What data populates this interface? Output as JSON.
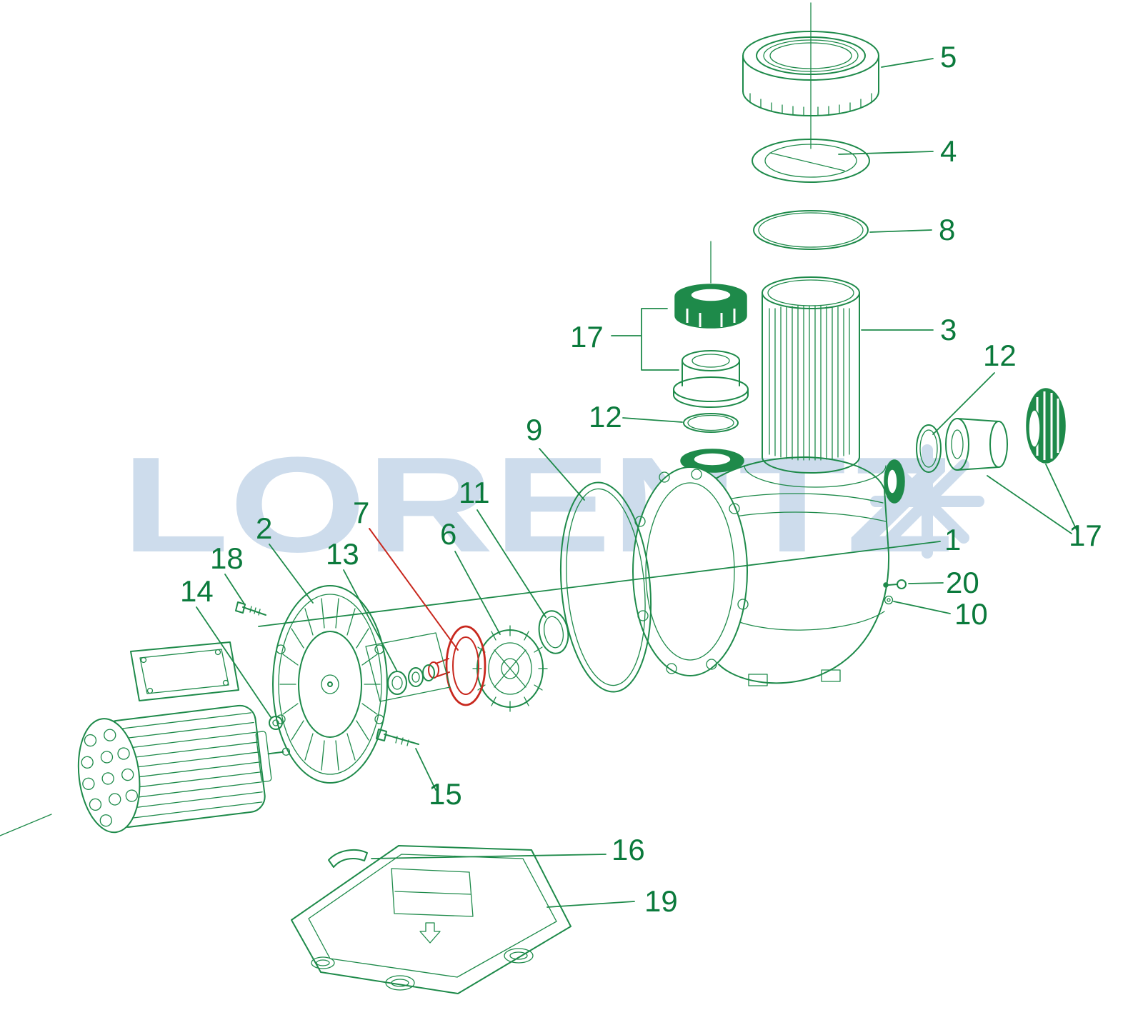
{
  "watermark": {
    "text": "LORENTZ"
  },
  "colors": {
    "line_green": "#1e8a4a",
    "label_green": "#0b7a3c",
    "highlight_red": "#c8281e",
    "watermark_blue": "#cddcec",
    "background": "#ffffff"
  },
  "callouts": {
    "c1": "1",
    "c2": "2",
    "c3": "3",
    "c4": "4",
    "c5": "5",
    "c6": "6",
    "c7": "7",
    "c8": "8",
    "c9": "9",
    "c10": "10",
    "c11": "11",
    "c12_left": "12",
    "c12_right": "12",
    "c13": "13",
    "c14": "14",
    "c15": "15",
    "c16": "16",
    "c17_left": "17",
    "c17_right": "17",
    "c18": "18",
    "c19": "19",
    "c20": "20"
  }
}
